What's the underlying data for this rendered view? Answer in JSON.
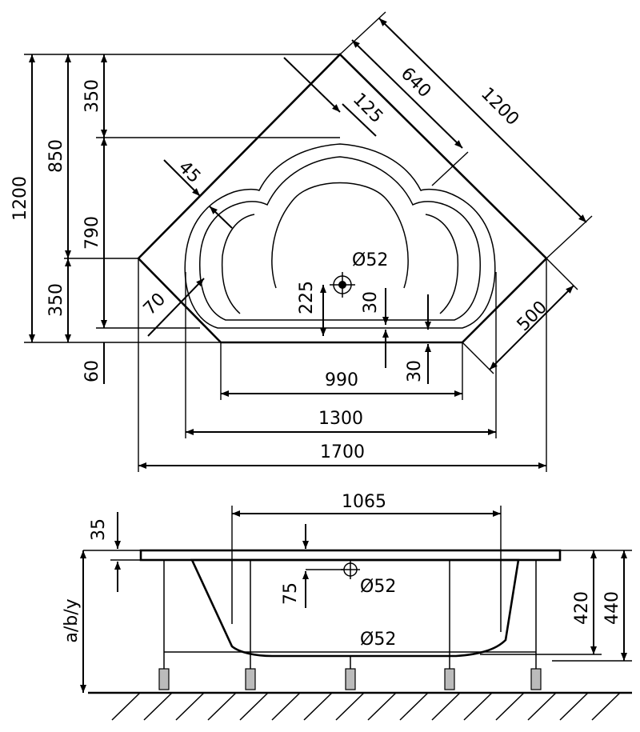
{
  "colors": {
    "ink": "#000000",
    "fill": "#cfcfcf",
    "paper": "#ffffff"
  },
  "plan": {
    "labels": {
      "d1200_left": "1200",
      "d850": "850",
      "d350_top": "350",
      "d790": "790",
      "d350_bottom": "350",
      "d60": "60",
      "d45": "45",
      "d125": "125",
      "d640": "640",
      "d1200_diag": "1200",
      "d500": "500",
      "d70": "70",
      "d225": "225",
      "d30_a": "30",
      "d30_b": "30",
      "drain": "Ø52",
      "d990": "990",
      "d1300": "1300",
      "d1700": "1700"
    }
  },
  "elevation": {
    "labels": {
      "d1065": "1065",
      "d35": "35",
      "d75": "75",
      "overflow": "Ø52",
      "drain": "Ø52",
      "d420": "420",
      "d440": "440",
      "height": "a/b/y"
    }
  }
}
